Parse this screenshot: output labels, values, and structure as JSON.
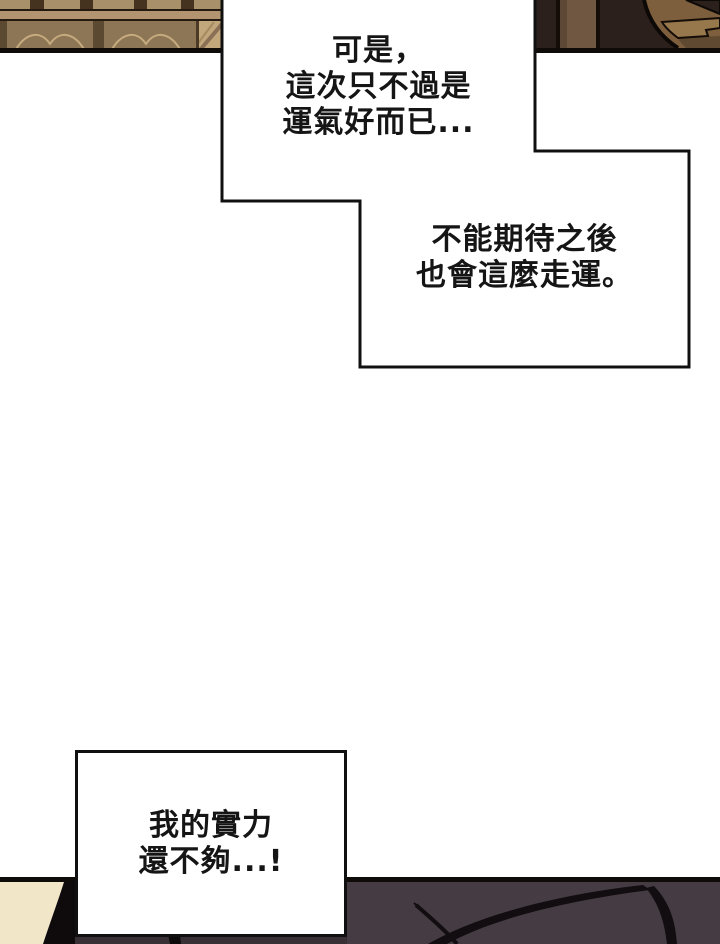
{
  "page": {
    "type": "comic-panel",
    "background": "#ffffff",
    "ink": "#101010"
  },
  "bubbles": [
    {
      "name": "bubble-top",
      "lines": [
        "可是，",
        "這次只不過是",
        "運氣好而已..."
      ]
    },
    {
      "name": "bubble-middle",
      "lines": [
        "不能期待之後",
        "也會這麼走運。"
      ]
    },
    {
      "name": "bubble-bottom",
      "lines": [
        "我的實力",
        "還不夠...!"
      ]
    }
  ],
  "artwork": {
    "top_left": "carved-wood-wall-panels",
    "top_right": "dark-silhouette-and-wooden-cabinet",
    "bottom_left": "cream-surface-edge",
    "bottom_right": "dark-cloaked-figure",
    "palette": {
      "wood_light": "#c3a77c",
      "wood_mid": "#97805f",
      "wood_rail": "#b29570",
      "wood_plank": "#6f5741",
      "wood_cabinet": "#7d5f3d",
      "dark_brown": "#2b201b",
      "cream": "#f1e6c8",
      "dark_mauve": "#453c43",
      "ink": "#101010"
    }
  }
}
